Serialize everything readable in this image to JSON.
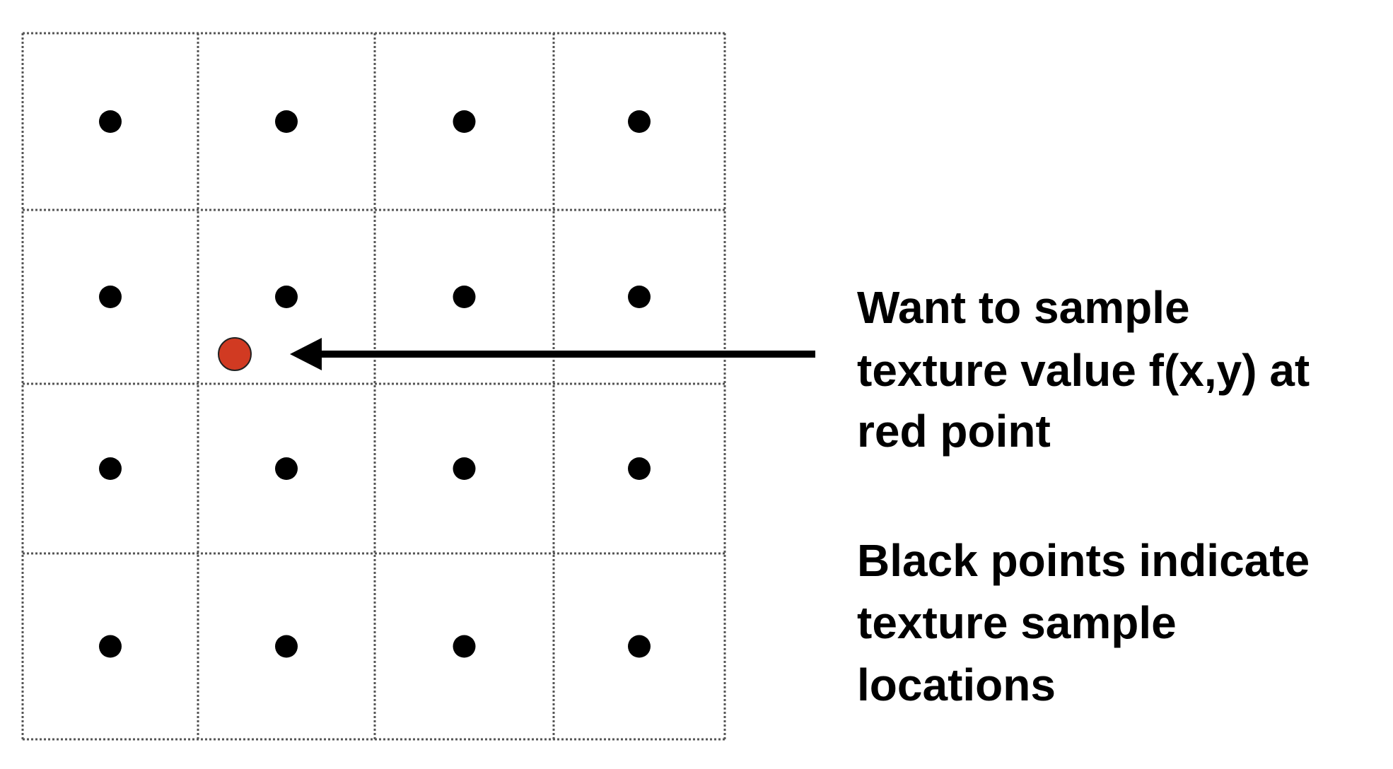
{
  "diagram": {
    "grid": {
      "rows": 4,
      "cols": 4,
      "line_color": "#555555"
    },
    "sample_point_color": "#000000",
    "query_point": {
      "color": "#d13a22",
      "description_col": 0.2,
      "description_row": 1.37
    },
    "annotations": {
      "query": [
        "Want to sample",
        "texture value f(x,y) at",
        "red point"
      ],
      "samples": [
        "Black points indicate",
        "texture sample",
        "locations"
      ]
    }
  }
}
